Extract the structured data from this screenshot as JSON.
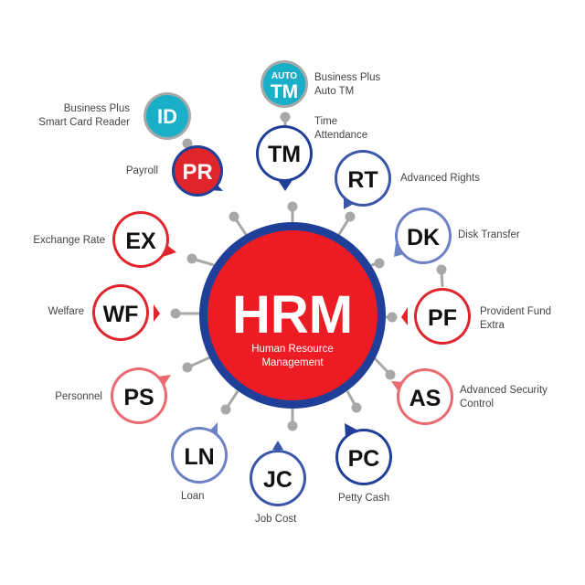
{
  "center": {
    "title": "HRM",
    "subtitle_line1": "Human Resource",
    "subtitle_line2": "Management",
    "fill": "#ED1C24",
    "ring": "#1F3F99"
  },
  "colors": {
    "spoke": "#A8A8A8",
    "text_dark": "#111111",
    "label": "#444444",
    "cyan": "#1AAFC9",
    "red": "#E0252C",
    "pink": "#EB6A6F",
    "navy": "#1F3F99",
    "blue_light": "#6C82C4"
  },
  "modules": [
    {
      "code": "ID",
      "label1": "Business Plus",
      "label2": "Smart Card Reader",
      "style": "cyan"
    },
    {
      "code": "AUTO TM",
      "small": "AUTO",
      "big": "TM",
      "label1": "Business Plus",
      "label2": "Auto TM",
      "style": "cyan"
    },
    {
      "code": "PR",
      "label1": "Payroll",
      "label2": "",
      "style": "red-filled"
    },
    {
      "code": "TM",
      "label1": "Time",
      "label2": "Attendance",
      "style": "navy"
    },
    {
      "code": "RT",
      "label1": "Advanced Rights",
      "label2": "",
      "style": "navy"
    },
    {
      "code": "EX",
      "label1": "Exchange Rate",
      "label2": "",
      "style": "red"
    },
    {
      "code": "DK",
      "label1": "Disk Transfer",
      "label2": "",
      "style": "blue-light"
    },
    {
      "code": "WF",
      "label1": "Welfare",
      "label2": "",
      "style": "red"
    },
    {
      "code": "PF",
      "label1": "Provident Fund",
      "label2": "Extra",
      "style": "red"
    },
    {
      "code": "PS",
      "label1": "Personnel",
      "label2": "",
      "style": "pink"
    },
    {
      "code": "AS",
      "label1": "Advanced Security",
      "label2": "Control",
      "style": "pink"
    },
    {
      "code": "LN",
      "label1": "Loan",
      "label2": "",
      "style": "blue-light"
    },
    {
      "code": "JC",
      "label1": "Job Cost",
      "label2": "",
      "style": "navy"
    },
    {
      "code": "PC",
      "label1": "Petty Cash",
      "label2": "",
      "style": "navy"
    }
  ]
}
